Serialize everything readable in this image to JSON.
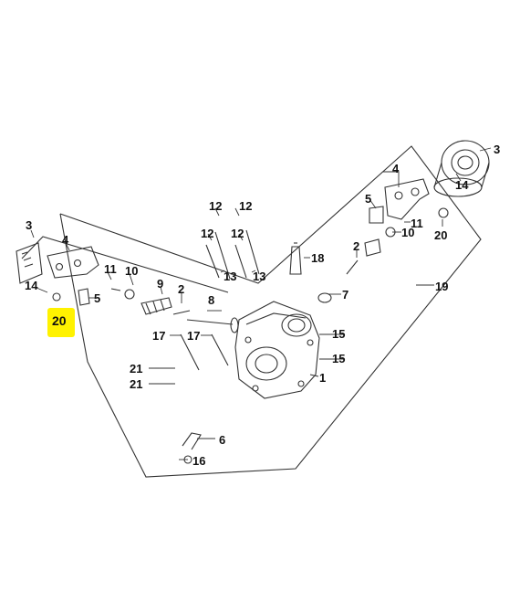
{
  "diagram": {
    "highlight_color": "#fff200",
    "line_color": "#333333",
    "labels": {
      "p1": "1",
      "p2a": "2",
      "p2b": "2",
      "p3a": "3",
      "p3b": "3",
      "p4a": "4",
      "p4b": "4",
      "p5a": "5",
      "p5b": "5",
      "p6": "6",
      "p7": "7",
      "p8": "8",
      "p9": "9",
      "p10a": "10",
      "p10b": "10",
      "p11a": "11",
      "p11b": "11",
      "p12a": "12",
      "p12b": "12",
      "p12c": "12",
      "p12d": "12",
      "p13a": "13",
      "p13b": "13",
      "p14a": "14",
      "p14b": "14",
      "p15a": "15",
      "p15b": "15",
      "p16": "16",
      "p17a": "17",
      "p17b": "17",
      "p18": "18",
      "p19": "19",
      "p20a": "20",
      "p20b": "20",
      "p21a": "21",
      "p21b": "21"
    }
  }
}
